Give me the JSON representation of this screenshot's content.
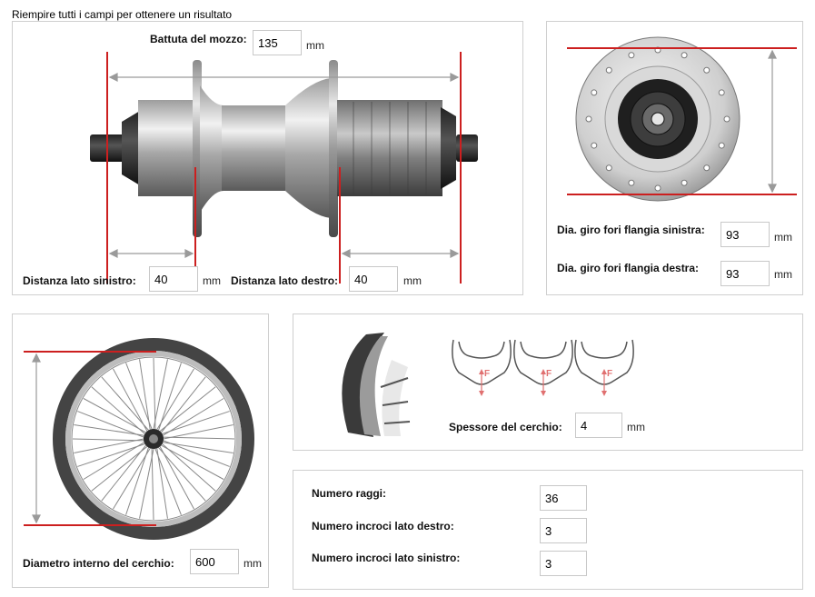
{
  "header": {
    "instruction": "Riempire tutti i campi per ottenere un risultato"
  },
  "hub_panel": {
    "over_locknut_label": "Battuta del mozzo:",
    "over_locknut_value": "135",
    "over_locknut_unit": "mm",
    "left_distance_label": "Distanza lato sinistro:",
    "left_distance_value": "40",
    "left_distance_unit": "mm",
    "right_distance_label": "Distanza lato destro:",
    "right_distance_value": "40",
    "right_distance_unit": "mm"
  },
  "flange_panel": {
    "left_flange_label": "Dia. giro fori flangia sinistra:",
    "left_flange_value": "93",
    "left_flange_unit": "mm",
    "right_flange_label": "Dia. giro fori flangia destra:",
    "right_flange_value": "93",
    "right_flange_unit": "mm"
  },
  "rim_diameter_panel": {
    "label": "Diametro interno del cerchio:",
    "value": "600",
    "unit": "mm"
  },
  "rim_thickness_panel": {
    "label": "Spessore del cerchio:",
    "value": "4",
    "unit": "mm",
    "diagram_letter": "F"
  },
  "spokes_panel": {
    "spoke_count_label": "Numero raggi:",
    "spoke_count_value": "36",
    "right_cross_label": "Numero incroci lato destro:",
    "right_cross_value": "3",
    "left_cross_label": "Numero incroci lato sinistro:",
    "left_cross_value": "3"
  },
  "colors": {
    "measure_line": "#cc1f1f",
    "panel_border": "#cfcfcf"
  }
}
